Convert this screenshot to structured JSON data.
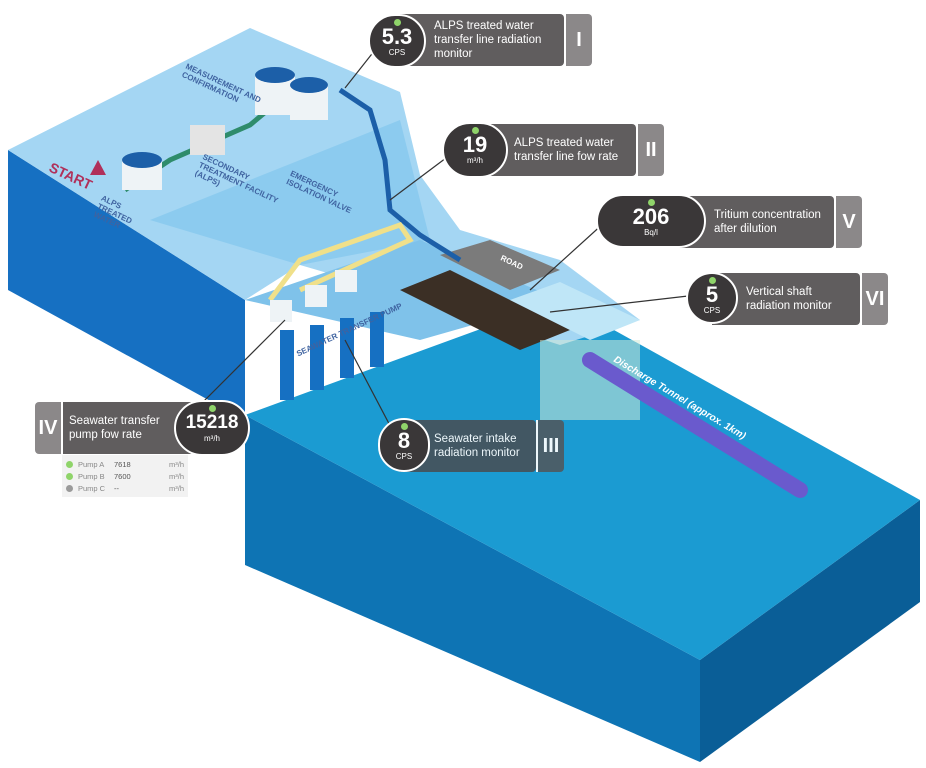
{
  "colors": {
    "land_top": "#9fd3f2",
    "land_face": "#1670c2",
    "sea_top": "#1a9ad0",
    "sea_face": "#0d6aa8",
    "panel": "#605d5e",
    "bubble": "#3a3738",
    "status_ok": "#8fd46a",
    "status_off": "#9a9a9a",
    "tunnel": "#6a5acd",
    "arrow": "#b0305a"
  },
  "scene_labels": {
    "start": "START",
    "alps_water": "ALPS treated water",
    "secondary": "Secondary treatment facility (ALPS)",
    "measurement": "Measurement and confirmation",
    "emergency": "Emergency isolation valve",
    "pump": "Seawater transfer pump",
    "road": "Road",
    "tunnel": "Discharge Tunnel (approx. 1km)"
  },
  "monitors": [
    {
      "roman": "I",
      "value": "5.3",
      "unit": "CPS",
      "label": "ALPS treated water transfer line radiation monitor"
    },
    {
      "roman": "II",
      "value": "19",
      "unit": "m³/h",
      "label": "ALPS treated water transfer line fow rate"
    },
    {
      "roman": "III",
      "value": "8",
      "unit": "CPS",
      "label": "Seawater intake radiation monitor"
    },
    {
      "roman": "IV",
      "value": "15218",
      "unit": "m³/h",
      "label": "Seawater transfer pump fow rate"
    },
    {
      "roman": "V",
      "value": "206",
      "unit": "Bq/l",
      "label": "Tritium concentration after dilution"
    },
    {
      "roman": "VI",
      "value": "5",
      "unit": "CPS",
      "label": "Vertical shaft radiation monitor"
    }
  ],
  "pumps": [
    {
      "name": "Pump A",
      "value": "7618",
      "unit": "m³/h",
      "status": "on"
    },
    {
      "name": "Pump B",
      "value": "7600",
      "unit": "m³/h",
      "status": "on"
    },
    {
      "name": "Pump C",
      "value": "--",
      "unit": "m³/h",
      "status": "off"
    }
  ]
}
